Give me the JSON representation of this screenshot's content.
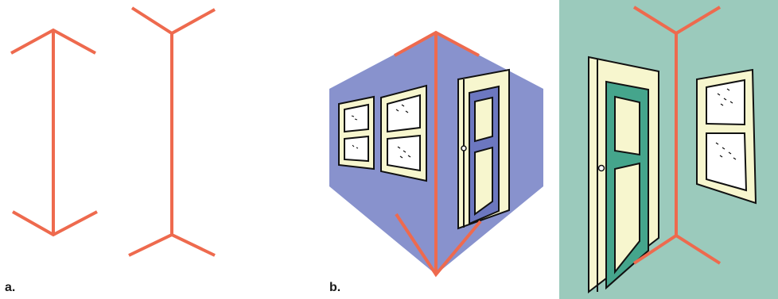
{
  "labels": {
    "a": "a.",
    "b": "b."
  },
  "colors": {
    "arrow": "#EE6A4E",
    "wall_blue": "#8892CD",
    "wall_green": "#9BCABC",
    "panel_cream": "#F7F6CE",
    "door_blue": "#6C77C0",
    "door_green": "#45A58C",
    "line": "#111111"
  },
  "icons": {
    "arrow_a": "arrowheads-out-shape",
    "arrow_b": "fins-in-shape",
    "scene_convex": "outside-corner-building",
    "scene_concave": "inside-corner-room"
  }
}
